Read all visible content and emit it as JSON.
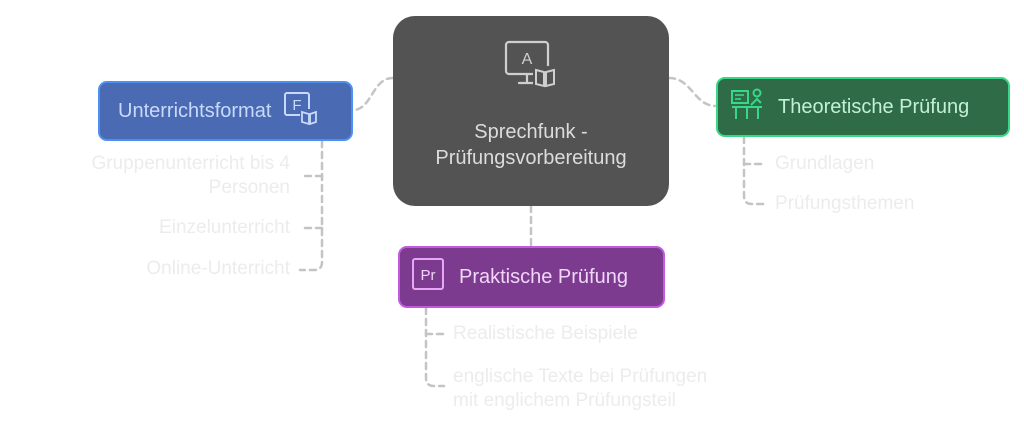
{
  "center": {
    "title_line1": "Sprechfunk -",
    "title_line2": "Prüfungsvorbereitung",
    "icon": "monitor-language-book-icon"
  },
  "branches": {
    "format": {
      "label": "Unterrichtsformat",
      "icon": "format-book-icon",
      "items": [
        "Gruppenunterricht bis 4",
        "Personen",
        "Einzelunterricht",
        "Online-Unterricht"
      ]
    },
    "theory": {
      "label": "Theoretische Prüfung",
      "icon": "classroom-teacher-icon",
      "items": [
        "Grundlagen",
        "Prüfungsthemen"
      ]
    },
    "practice": {
      "label": "Praktische Prüfung",
      "icon": "pr-app-icon",
      "icon_text": "Pr",
      "items": [
        "Realistische Beispiele",
        "englische Texte bei Prüfungen",
        "mit englichem Prüfungsteil"
      ]
    }
  },
  "colors": {
    "center_fill": "#535353",
    "format_fill": "#4a6bb3",
    "format_border": "#4f8ff0",
    "theory_fill": "#2f6b47",
    "theory_border": "#38d889",
    "practice_fill": "#7c3b8f",
    "practice_border": "#c25ae0",
    "connector": "#c4c4c4",
    "leaf_text": "#ececec"
  }
}
